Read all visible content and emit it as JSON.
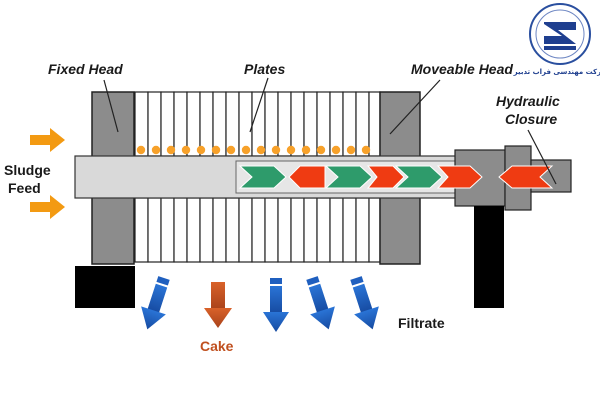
{
  "labels": {
    "fixed_head": "Fixed Head",
    "plates": "Plates",
    "moveable_head": "Moveable Head",
    "hydraulic_closure_line1": "Hydraulic",
    "hydraulic_closure_line2": "Closure",
    "sludge_feed_line1": "Sludge",
    "sludge_feed_line2": "Feed",
    "cake": "Cake",
    "filtrate": "Filtrate"
  },
  "logo": {
    "company_name": "شرکت مهندسی فراب تدبیر"
  },
  "colors": {
    "head_gray": "#8c8c8c",
    "shaft_light": "#d9d9d9",
    "orange_ball": "#f7a12a",
    "filtrate_blue": "#1f5fbf",
    "cake_brown": "#c0501f",
    "chevron_green": "#2e9b6b",
    "chevron_red": "#ef3b12",
    "feed_arrow": "#f39a12",
    "logo_blue": "#1f3f8f"
  },
  "icons": {
    "logo": "company-logo-icon",
    "feed_arrow": "orange-arrow-icon",
    "filtrate_arrow": "blue-down-arrow-icon",
    "cake_arrow": "brown-down-arrow-icon"
  }
}
